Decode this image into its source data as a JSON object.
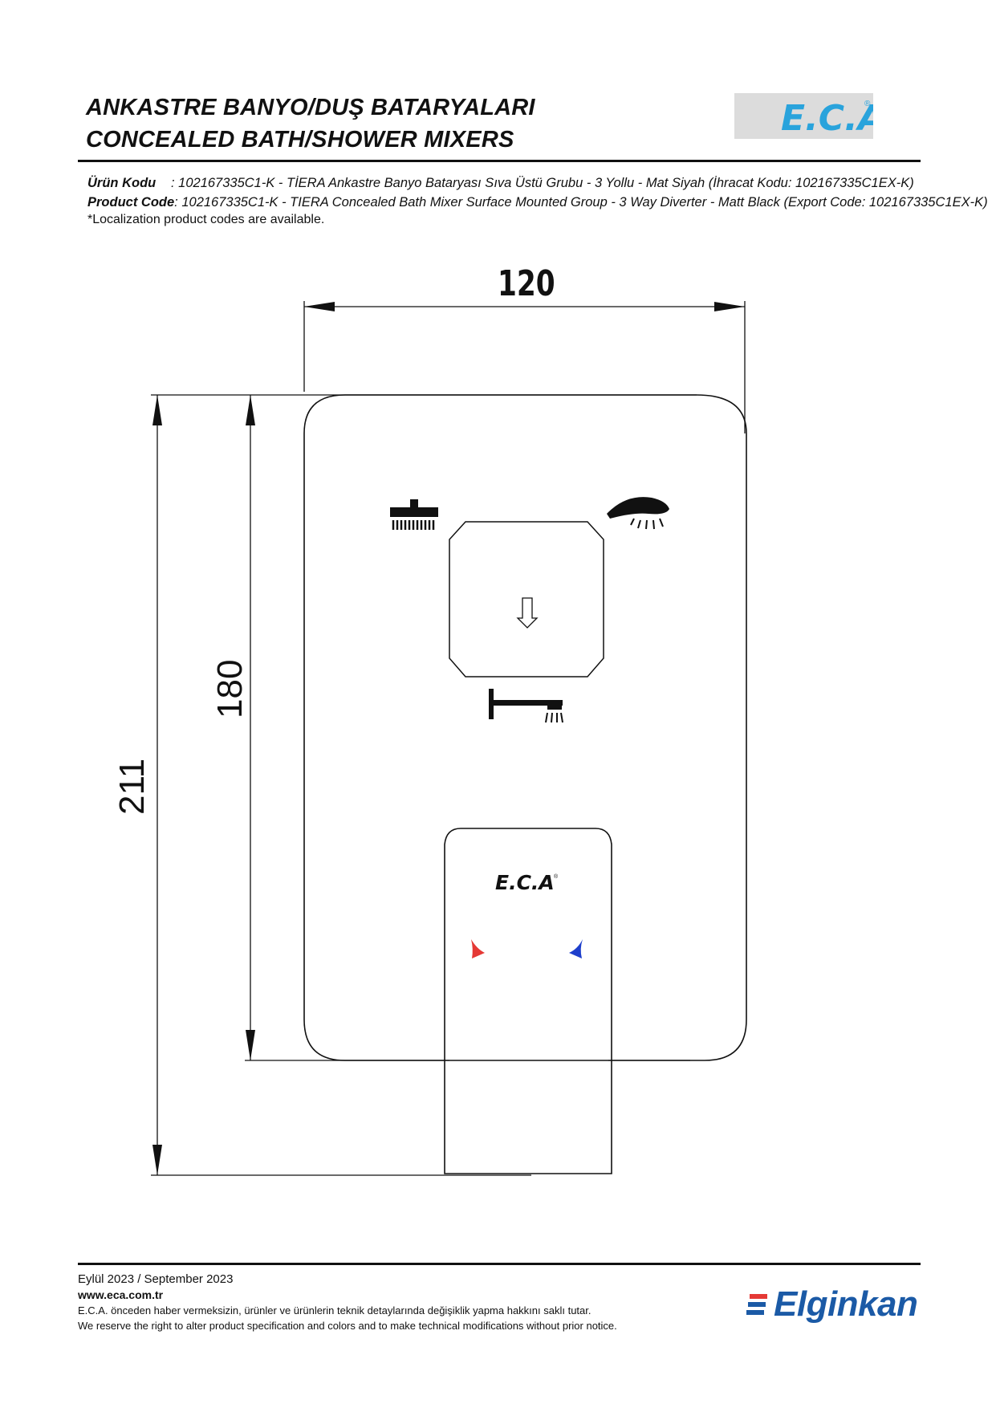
{
  "header": {
    "title_tr": "ANKASTRE BANYO/DUŞ BATARYALARI",
    "title_en": "CONCEALED BATH/SHOWER MIXERS",
    "logo_text": "E.C.A",
    "logo_reg": "®"
  },
  "product": {
    "label_tr": "Ürün Kodu",
    "value_tr": ": 102167335C1-K - TİERA Ankastre Banyo Bataryası Sıva Üstü Grubu - 3 Yollu - Mat Siyah (İhracat Kodu: 102167335C1EX-K)",
    "label_en": "Product Code",
    "value_en": ": 102167335C1-K - TIERA Concealed Bath Mixer Surface Mounted Group - 3 Way Diverter - Matt Black (Export Code: 102167335C1EX-K)",
    "note": "*Localization product codes are available."
  },
  "drawing": {
    "dim_width": "120",
    "dim_plate_height": "180",
    "dim_total_height": "211",
    "handle_logo": "E.C.A",
    "hot_color": "#e53935",
    "cold_color": "#1e3fcc",
    "icons": [
      "overhead-shower-icon",
      "hand-shower-icon",
      "bath-spout-icon",
      "down-arrow-icon"
    ]
  },
  "footer": {
    "date": "Eylül 2023 / September 2023",
    "website": "www.eca.com.tr",
    "disclaimer_tr": "E.C.A. önceden haber vermeksizin, ürünler ve ürünlerin teknik detaylarında değişiklik yapma hakkını saklı tutar.",
    "disclaimer_en": "We reserve the right to alter product specification and colors and to make technical modifications without prior notice.",
    "brand": "Elginkan",
    "brand_color": "#1b5aa6"
  },
  "colors": {
    "eca_blue": "#29a3dc",
    "logo_bg": "#dcdcdc"
  }
}
